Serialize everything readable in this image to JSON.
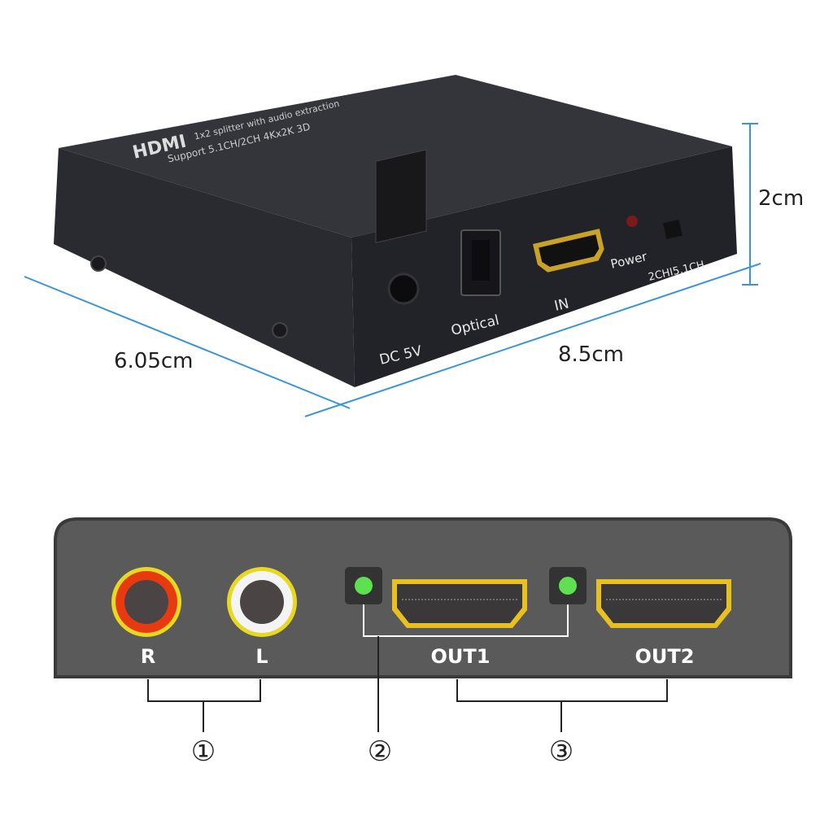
{
  "device": {
    "top_brand": "HDMI",
    "top_line1": "1x2 splitter with audio extraction",
    "top_line2": "Support 5.1CH/2CH 4Kx2K 3D",
    "port_dc": "DC 5V",
    "port_optical": "Optical",
    "port_in": "IN",
    "power_label": "Power",
    "switch_label": "2CHI5.1CH"
  },
  "dimensions": {
    "height": "2cm",
    "depth": "6.05cm",
    "width": "8.5cm"
  },
  "back_panel": {
    "rca_right": "R",
    "rca_left": "L",
    "out1": "OUT1",
    "out2": "OUT2",
    "callout1": "①",
    "callout2": "②",
    "callout3": "③"
  },
  "colors": {
    "dimension_line": "#3a95d8",
    "device_body": "#2a2b30",
    "panel": "#5a5a5a",
    "led_green": "#5fe050",
    "hdmi_gold": "#e8c020"
  }
}
